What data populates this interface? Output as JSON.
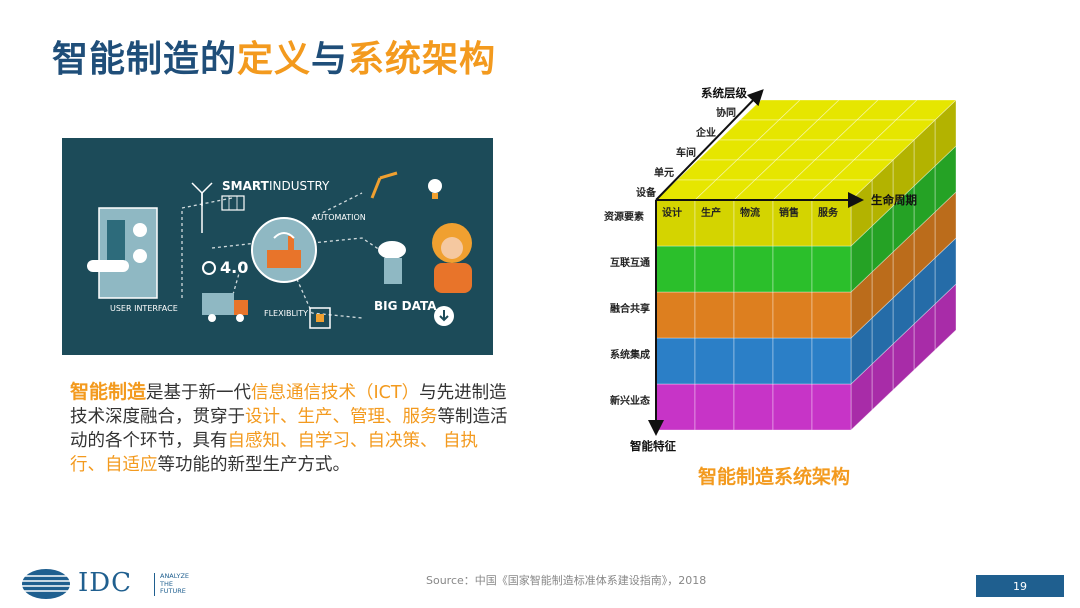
{
  "title": {
    "part1": "智能制造的",
    "part2": "定义",
    "part3": "与",
    "part4": "系统架构"
  },
  "illustration": {
    "labels": {
      "smart": "SMART",
      "industry": "INDUSTRY",
      "automation": "AUTOMATION",
      "version": "4.0",
      "user_interface": "USER INTERFACE",
      "flexibility": "FLEXIBLITY",
      "big_data": "BIG DATA"
    }
  },
  "definition": {
    "term": "智能制造",
    "s1": "是基于新一代",
    "h1": "信息通信技术（ICT）",
    "s2": "与先进制造技术深度融合，贯穿于",
    "h2": "设计、生产、管理、服务",
    "s3": "等制造活动的各个环节，具有",
    "h3": "自感知、自学习、自决策、 自执行、自适应",
    "s4": "等功能的新型生产方式。"
  },
  "diagram": {
    "axis_system_levels": "系统层级",
    "axis_lifecycle": "生命周期",
    "axis_features": "智能特征",
    "system_levels": [
      "设备",
      "单元",
      "车间",
      "企业",
      "协同"
    ],
    "lifecycle": [
      "设计",
      "生产",
      "物流",
      "销售",
      "服务"
    ],
    "features": [
      "资源要素",
      "互联互通",
      "融合共享",
      "系统集成",
      "新兴业态"
    ],
    "layer_colors": [
      "#e6e600",
      "#2fd02f",
      "#f08a22",
      "#2f8ad8",
      "#d838d8"
    ]
  },
  "caption": "智能制造系统架构",
  "source": "Source：中国《国家智能制造标准体系建设指南》，2018",
  "footer": {
    "logo": "IDC",
    "tagline": [
      "ANALYZE",
      "THE",
      "FUTURE"
    ],
    "page": "19"
  }
}
